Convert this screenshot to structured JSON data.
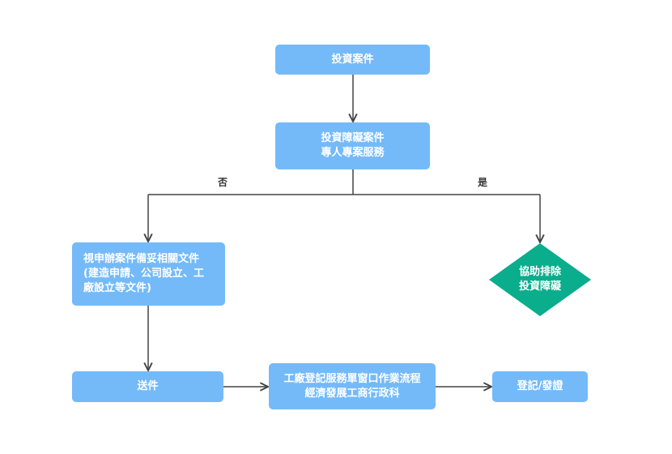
{
  "colors": {
    "box": "#74baf9",
    "decision": "#0aad8c",
    "line": "#444444",
    "text_on_box": "#ffffff",
    "label": "#333333"
  },
  "nodes": {
    "investment_case": {
      "lines": [
        "投資案件"
      ]
    },
    "obstacle_case": {
      "lines": [
        "投資障礙案件",
        "專人專案服務"
      ]
    },
    "prepare_docs": {
      "lines": [
        "視申辦案件備妥相關文件",
        "(建造申請、公司設立、工",
        "廠設立等文件)"
      ]
    },
    "assist_remove": {
      "lines": [
        "協助排除",
        "投資障礙"
      ]
    },
    "send": {
      "lines": [
        "送件"
      ]
    },
    "window_process": {
      "lines": [
        "工廠登記服務單窗口作業流程",
        "經濟發展工商行政科"
      ]
    },
    "register": {
      "lines": [
        "登記/發證"
      ]
    }
  },
  "edges": {
    "no_label": "否",
    "yes_label": "是"
  }
}
